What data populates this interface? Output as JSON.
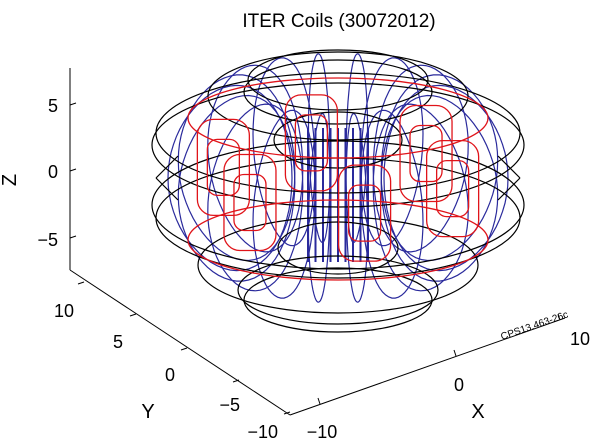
{
  "figure": {
    "title": "ITER Coils (30072012)",
    "reference_code": "CPS13.463-26c"
  },
  "axes": {
    "x_label": "X",
    "y_label": "Y",
    "z_label": "Z",
    "x_ticks": [
      "−10",
      "0",
      "10"
    ],
    "y_ticks": [
      "10",
      "5",
      "0",
      "−5",
      "−10"
    ],
    "z_ticks": [
      "5",
      "0",
      "−5"
    ]
  },
  "colors": {
    "poloidal_field_coils": "#000000",
    "toroidal_field_coils": "#2a2a9c",
    "correction_coils": "#e0141a"
  }
}
